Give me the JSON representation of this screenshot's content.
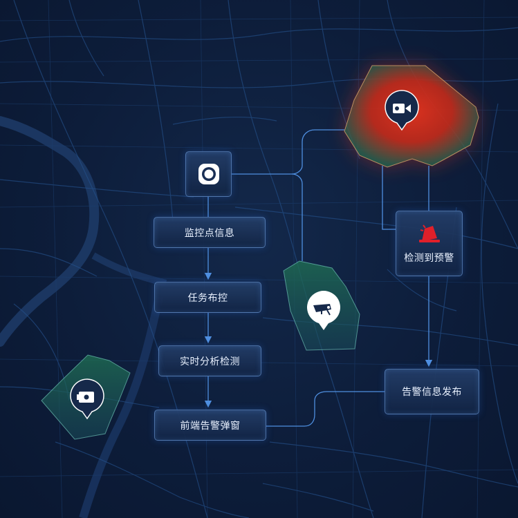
{
  "steps": {
    "monitor_info": "监控点信息",
    "task_deploy": "任务布控",
    "realtime_detect": "实时分析检测",
    "frontend_alert": "前端告警弹窗",
    "detect_warn": "检测到预警",
    "alert_publish": "告警信息发布"
  },
  "icons": {
    "monitor_tile": "camera-lens-icon",
    "alarm": "alarm-light-icon",
    "zone_pins": [
      "video-camera-icon",
      "cctv-camera-icon",
      "cctv-camera-icon"
    ]
  },
  "colors": {
    "background": "#0d1d3a",
    "connector": "#4f8fe0",
    "alert_zone": "#d2321e",
    "safe_zone": "#1f6e52",
    "alarm_red": "#e0202a"
  }
}
